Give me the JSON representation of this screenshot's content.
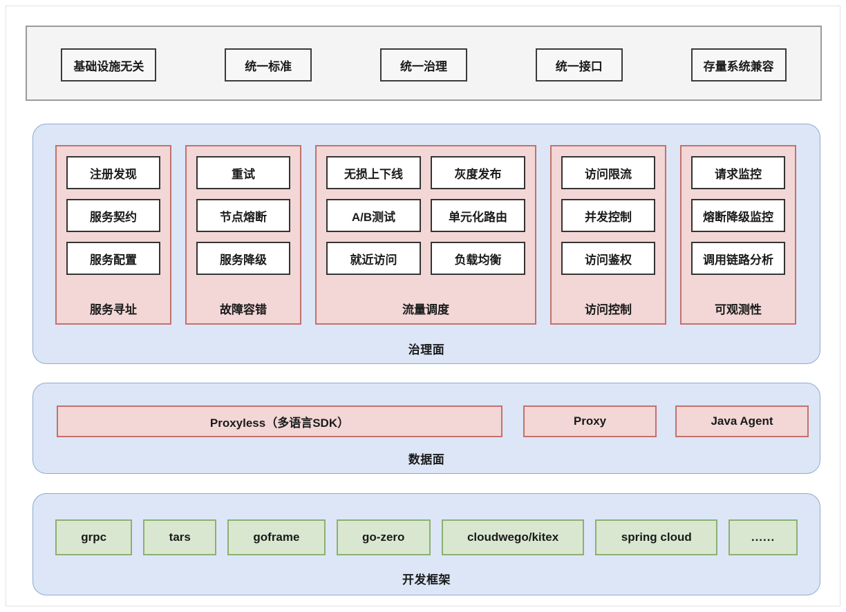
{
  "principles": {
    "items": [
      {
        "label": "基础设施无关"
      },
      {
        "label": "统一标准"
      },
      {
        "label": "统一治理"
      },
      {
        "label": "统一接口"
      },
      {
        "label": "存量系统兼容"
      }
    ]
  },
  "governance": {
    "caption": "治理面",
    "groups": [
      {
        "label": "服务寻址",
        "columns": [
          {
            "cells": [
              "注册发现",
              "服务契约",
              "服务配置"
            ]
          }
        ]
      },
      {
        "label": "故障容错",
        "columns": [
          {
            "cells": [
              "重试",
              "节点熔断",
              "服务降级"
            ]
          }
        ]
      },
      {
        "label": "流量调度",
        "columns": [
          {
            "cells": [
              "无损上下线",
              "A/B测试",
              "就近访问"
            ]
          },
          {
            "cells": [
              "灰度发布",
              "单元化路由",
              "负载均衡"
            ]
          }
        ]
      },
      {
        "label": "访问控制",
        "columns": [
          {
            "cells": [
              "访问限流",
              "并发控制",
              "访问鉴权"
            ]
          }
        ]
      },
      {
        "label": "可观测性",
        "columns": [
          {
            "cells": [
              "请求监控",
              "熔断降级监控",
              "调用链路分析"
            ]
          }
        ]
      }
    ]
  },
  "dataplane": {
    "caption": "数据面",
    "items": [
      {
        "label": "Proxyless（多语言SDK）"
      },
      {
        "label": "Proxy"
      },
      {
        "label": "Java Agent"
      }
    ]
  },
  "frameworks": {
    "caption": "开发框架",
    "items": [
      {
        "label": "grpc"
      },
      {
        "label": "tars"
      },
      {
        "label": "goframe"
      },
      {
        "label": "go-zero"
      },
      {
        "label": "cloudwego/kitex"
      },
      {
        "label": "spring cloud"
      },
      {
        "label": "......"
      }
    ]
  },
  "colors": {
    "layer_fill": "#dce6f6",
    "layer_border": "#8ea9d2",
    "group_fill": "#f2d7d6",
    "group_border": "#c4706b",
    "cell_fill": "#ffffff",
    "cell_border": "#333333",
    "framework_fill": "#d9e7d0",
    "framework_border": "#8cb070",
    "principles_fill": "#f4f4f4",
    "principles_border": "#9a9a9a"
  }
}
